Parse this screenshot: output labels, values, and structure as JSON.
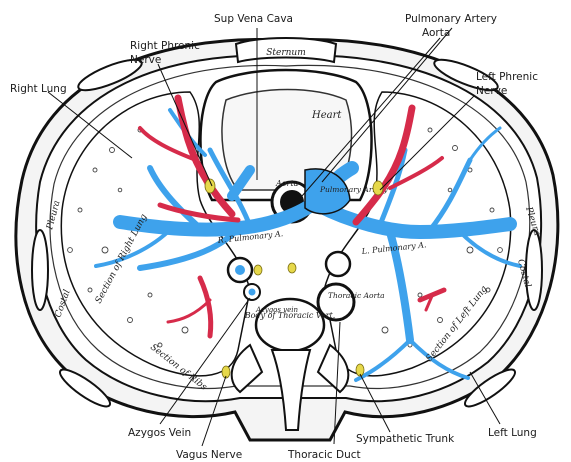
{
  "labels": {
    "sup_vena_cava": "Sup Vena Cava",
    "pulmonary_artery": "Pulmonary Artery",
    "aorta": "Aorta",
    "right_phrenic_nerve": "Right Phrenic Nerve",
    "left_phrenic_nerve": "Left Phrenic Nerve",
    "right_lung": "Right Lung",
    "left_lung": "Left Lung",
    "azygos_vein": "Azygos Vein",
    "vagus_nerve": "Vagus Nerve",
    "thoracic_duct": "Thoracic Duct",
    "sympathetic_trunk": "Sympathetic Trunk"
  },
  "engraving_text": {
    "sternum": "Sternum",
    "heart": "Heart",
    "aorta": "Aorta",
    "pulmonary_artery": "Pulmonary Artery",
    "r_pulmonary_a": "R. Pulmonary A.",
    "l_pulmonary_a": "L. Pulmonary A.",
    "azygos_vein": "Azygos vein",
    "body_of_thoracic_vert": "Body of Thoracic Vert.",
    "thoracic_aorta": "Thoracic Aorta",
    "section_of_ribs": "Section of Ribs",
    "section_of_left_lung": "Section of Left Lung",
    "section_of_right_lung": "Section of Right Lung",
    "pleura_left": "Pleura",
    "pleura_right": "Pleura",
    "costal_left": "Costal",
    "costal_right": "Costal"
  },
  "colors": {
    "artery_blue": "#3ea2ec",
    "vein_red": "#d62b4a",
    "nerve_yellow": "#e6d84a",
    "outline": "#111111"
  }
}
